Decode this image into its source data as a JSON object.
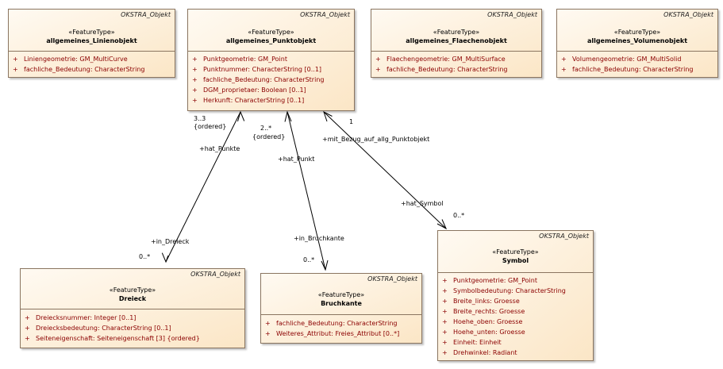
{
  "classes": {
    "linienobjekt": {
      "package": "OKSTRA_Objekt",
      "stereotype": "«FeatureType»",
      "name": "allgemeines_Linienobjekt",
      "attributes": [
        {
          "vis": "+",
          "text": "Liniengeometrie: GM_MultiCurve"
        },
        {
          "vis": "+",
          "text": "fachliche_Bedeutung: CharacterString"
        }
      ]
    },
    "punktobjekt": {
      "package": "OKSTRA_Objekt",
      "stereotype": "«FeatureType»",
      "name": "allgemeines_Punktobjekt",
      "attributes": [
        {
          "vis": "+",
          "text": "Punktgeometrie: GM_Point"
        },
        {
          "vis": "+",
          "text": "Punktnummer: CharacterString [0..1]"
        },
        {
          "vis": "+",
          "text": "fachliche_Bedeutung: CharacterString"
        },
        {
          "vis": "+",
          "text": "DGM_proprietaer: Boolean [0..1]"
        },
        {
          "vis": "+",
          "text": "Herkunft: CharacterString [0..1]"
        }
      ]
    },
    "flaechenobjekt": {
      "package": "OKSTRA_Objekt",
      "stereotype": "«FeatureType»",
      "name": "allgemeines_Flaechenobjekt",
      "attributes": [
        {
          "vis": "+",
          "text": "Flaechengeometrie: GM_MultiSurface"
        },
        {
          "vis": "+",
          "text": "fachliche_Bedeutung: CharacterString"
        }
      ]
    },
    "volumenobjekt": {
      "package": "OKSTRA_Objekt",
      "stereotype": "«FeatureType»",
      "name": "allgemeines_Volumenobjekt",
      "attributes": [
        {
          "vis": "+",
          "text": "Volumengeometrie: GM_MultiSolid"
        },
        {
          "vis": "+",
          "text": "fachliche_Bedeutung: CharacterString"
        }
      ]
    },
    "dreieck": {
      "package": "OKSTRA_Objekt",
      "stereotype": "«FeatureType»",
      "name": "Dreieck",
      "attributes": [
        {
          "vis": "+",
          "text": "Dreiecksnummer: Integer [0..1]"
        },
        {
          "vis": "+",
          "text": "Dreiecksbedeutung: CharacterString [0..1]"
        },
        {
          "vis": "+",
          "text": "Seiteneigenschaft: Seiteneigenschaft [3] {ordered}"
        }
      ]
    },
    "bruchkante": {
      "package": "OKSTRA_Objekt",
      "stereotype": "«FeatureType»",
      "name": "Bruchkante",
      "attributes": [
        {
          "vis": "+",
          "text": "fachliche_Bedeutung: CharacterString"
        },
        {
          "vis": "+",
          "text": "Weiteres_Attribut: Freies_Attribut [0..*]"
        }
      ]
    },
    "symbol": {
      "package": "OKSTRA_Objekt",
      "stereotype": "«FeatureType»",
      "name": "Symbol",
      "attributes": [
        {
          "vis": "+",
          "text": "Punktgeometrie: GM_Point"
        },
        {
          "vis": "+",
          "text": "Symbolbedeutung: CharacterString"
        },
        {
          "vis": "+",
          "text": "Breite_links: Groesse"
        },
        {
          "vis": "+",
          "text": "Breite_rechts: Groesse"
        },
        {
          "vis": "+",
          "text": "Hoehe_oben: Groesse"
        },
        {
          "vis": "+",
          "text": "Hoehe_unten: Groesse"
        },
        {
          "vis": "+",
          "text": "Einheit: Einheit"
        },
        {
          "vis": "+",
          "text": "Drehwinkel: Radiant"
        }
      ]
    }
  },
  "associations": {
    "punkte": {
      "source_mult": "3..3",
      "source_constraint": "{ordered}",
      "source_role": "+hat_Punkte",
      "target_role": "+in_Dreieck",
      "target_mult": "0..*"
    },
    "punkt": {
      "source_mult": "2..*",
      "source_constraint": "{ordered}",
      "source_role": "+hat_Punkt",
      "target_role": "+in_Bruchkante",
      "target_mult": "0..*"
    },
    "symbol": {
      "source_mult": "1",
      "source_role": "+mit_Bezug_auf_allg_Punktobjekt",
      "target_role": "+hat_Symbol",
      "target_mult": "0..*"
    }
  }
}
